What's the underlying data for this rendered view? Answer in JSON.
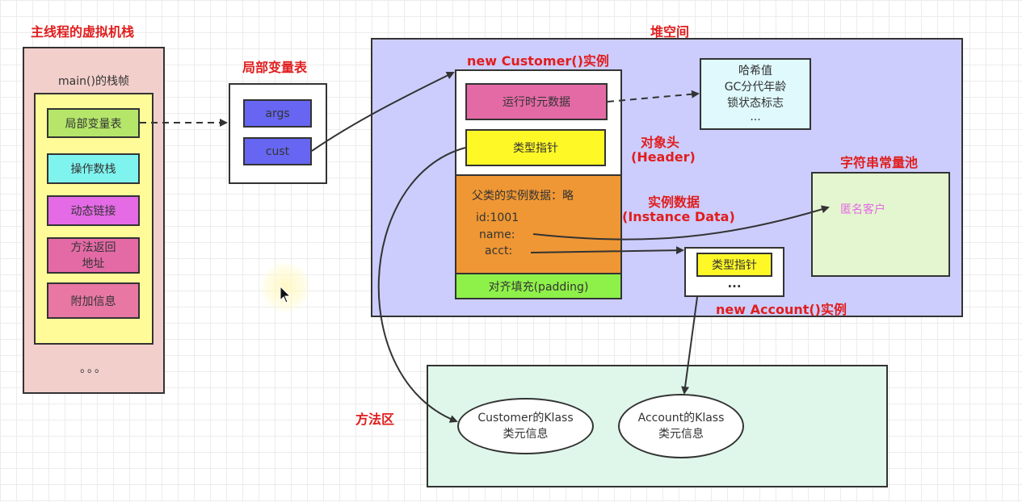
{
  "stack": {
    "title": "主线程的虚拟机栈",
    "frame_title": "main()的栈帧",
    "items": [
      "局部变量表",
      "操作数栈",
      "动态链接",
      "方法返回\n地址",
      "附加信息"
    ],
    "ellipsis": "。。。",
    "colors": {
      "outer": "#f2cfcb",
      "frame": "#fffb99",
      "item0": "#b5e66a",
      "item1": "#7ff4ef",
      "item2": "#e46ae6",
      "item3": "#e46aa6",
      "item4": "#e877a4"
    }
  },
  "locals": {
    "title": "局部变量表",
    "vars": [
      "args",
      "cust"
    ],
    "color": "#6666f2"
  },
  "heap": {
    "title": "堆空间",
    "bg_color": "#cccdfd",
    "customer_title": "new Customer()实例",
    "runtime_meta": "运行时元数据",
    "type_pointer": "类型指针",
    "header_label": "对象头",
    "header_label_en": "(Header)",
    "parent_data": "父类的实例数据：略",
    "fields": [
      "id:1001",
      "name:",
      "acct:"
    ],
    "instance_label": "实例数据",
    "instance_label_en": "(Instance Data)",
    "padding": "对齐填充(padding)",
    "meta_info": [
      "哈希值",
      "GC分代年龄",
      "锁状态标志",
      "..."
    ],
    "string_pool_title": "字符串常量池",
    "string_value": "匿名客户",
    "account_type_pointer": "类型指针",
    "account_ellipsis": "...",
    "account_title": "new Account()实例"
  },
  "method_area": {
    "title": "方法区",
    "bg_color": "#dff7ea",
    "klass": [
      {
        "line1": "Customer的Klass",
        "line2": "类元信息"
      },
      {
        "line1": "Account的Klass",
        "line2": "类元信息"
      }
    ]
  }
}
